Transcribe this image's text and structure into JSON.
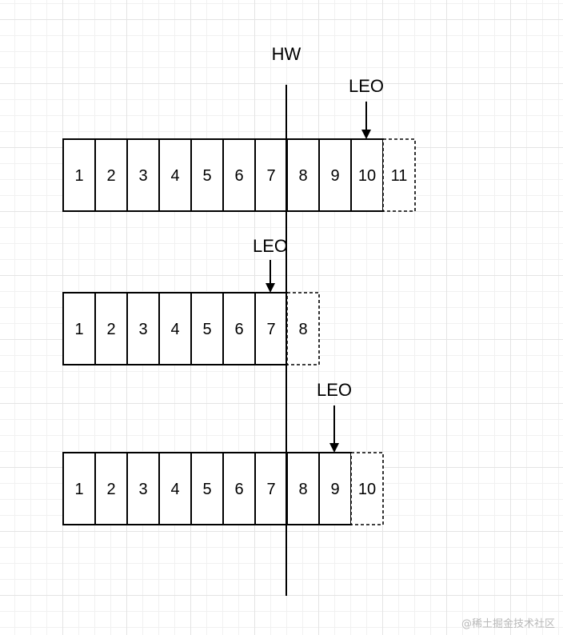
{
  "hw_label": "HW",
  "logs": [
    {
      "leo_label": "LEO",
      "committed": [
        "1",
        "2",
        "3",
        "4",
        "5",
        "6",
        "7",
        "8",
        "9",
        "10"
      ],
      "next": "11"
    },
    {
      "leo_label": "LEO",
      "committed": [
        "1",
        "2",
        "3",
        "4",
        "5",
        "6",
        "7"
      ],
      "next": "8"
    },
    {
      "leo_label": "LEO",
      "committed": [
        "1",
        "2",
        "3",
        "4",
        "5",
        "6",
        "7",
        "8",
        "9"
      ],
      "next": "10"
    }
  ],
  "watermark": "@稀土掘金技术社区"
}
